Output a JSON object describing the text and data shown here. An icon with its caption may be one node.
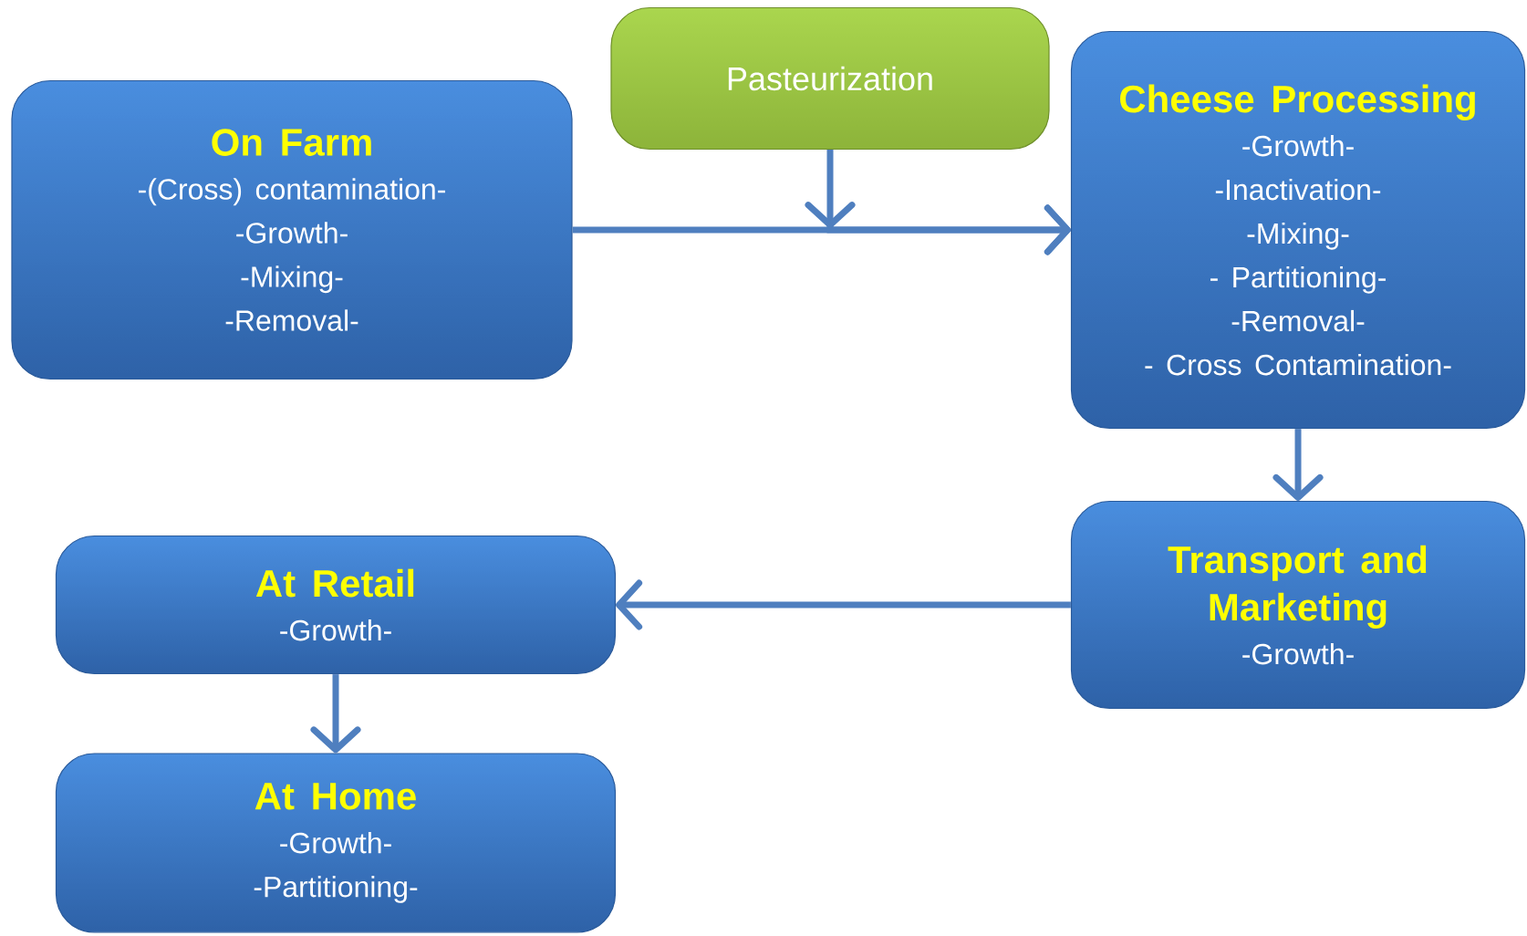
{
  "diagram": {
    "nodes": [
      {
        "text": [
          "On Farm",
          "-(Cross) contamination-",
          "-Growth-",
          "-Mixing-",
          "-Removal-"
        ]
      },
      {
        "text": [
          "Pasteurization"
        ]
      },
      {
        "text": [
          "Cheese Processing",
          "-Growth-",
          "-Inactivation-",
          "-Mixing-",
          "- Partitioning-",
          "-Removal-",
          "- Cross Contamination-"
        ]
      },
      {
        "text": [
          "Transport and Marketing",
          "-Growth-"
        ]
      },
      {
        "text": [
          "At Retail",
          "-Growth-"
        ]
      },
      {
        "text": [
          "At Home",
          "-Growth-",
          "-Partitioning-"
        ]
      }
    ],
    "edges": [
      {
        "from": 0,
        "to": 2,
        "arrow": "to"
      },
      {
        "from": 1,
        "to": 2,
        "arrow": "to"
      },
      {
        "from": 2,
        "to": 3,
        "arrow": "to"
      },
      {
        "from": 3,
        "to": 4,
        "arrow": "to"
      },
      {
        "from": 4,
        "to": 5,
        "arrow": "to"
      }
    ]
  }
}
